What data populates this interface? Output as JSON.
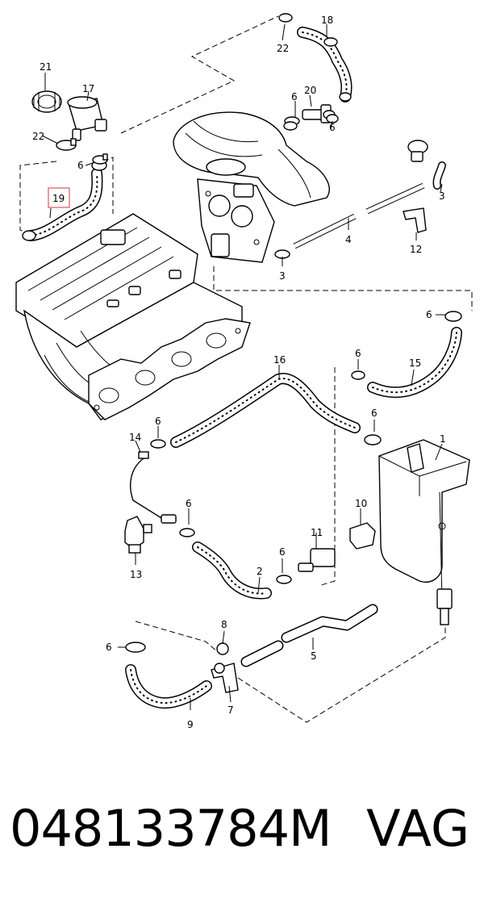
{
  "diagram": {
    "callouts": {
      "c1": "1",
      "c2": "2",
      "c3a": "3",
      "c3b": "3",
      "c4": "4",
      "c5": "5",
      "c6a": "6",
      "c6b": "6",
      "c6c": "6",
      "c6d": "6",
      "c6e": "6",
      "c6f": "6",
      "c6g": "6",
      "c6h": "6",
      "c6i": "6",
      "c7": "7",
      "c8": "8",
      "c9": "9",
      "c10": "10",
      "c11": "11",
      "c12": "12",
      "c13": "13",
      "c14": "14",
      "c15": "15",
      "c16": "16",
      "c17": "17",
      "c18": "18",
      "c19": "19",
      "c20": "20",
      "c21": "21",
      "c22a": "22",
      "c22b": "22"
    },
    "highlighted_callout": "19"
  },
  "footer": {
    "part_number": "048133784M",
    "brand": "VAG"
  }
}
